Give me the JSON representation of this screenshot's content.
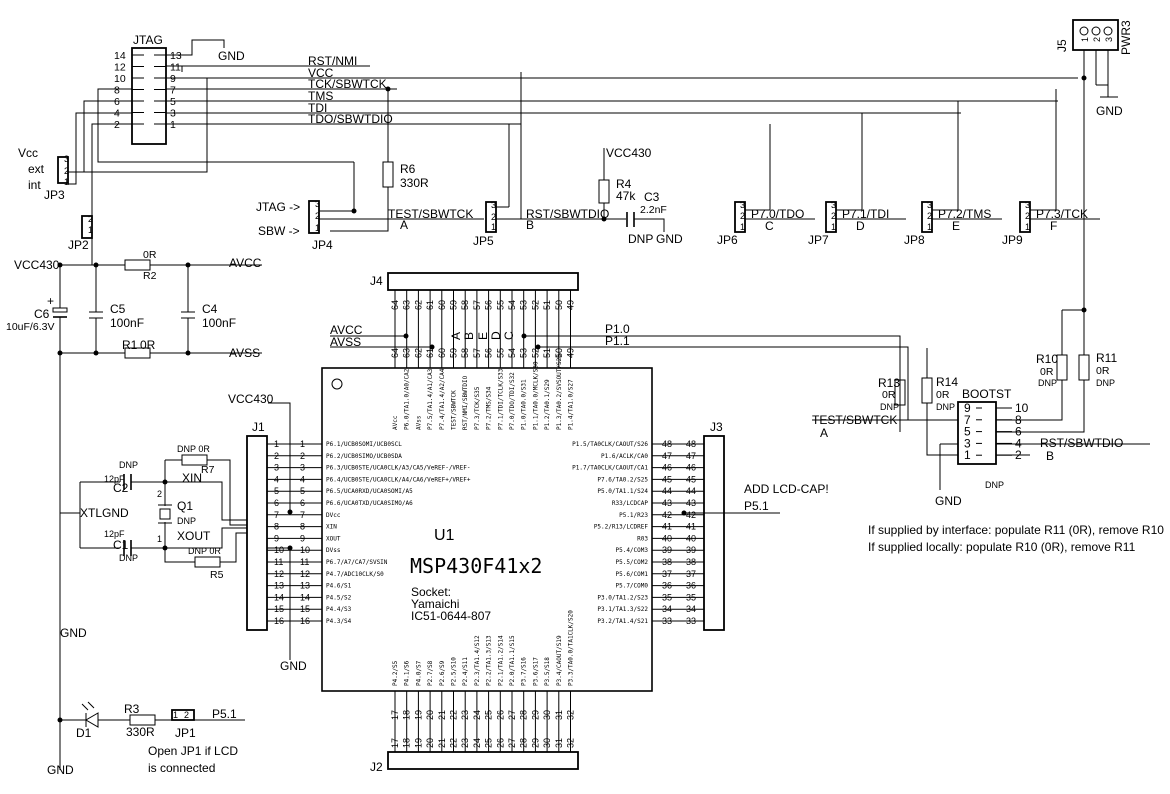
{
  "jtag": {
    "name": "JTAG",
    "gnd": "GND",
    "left_pins": [
      "14",
      "12",
      "10",
      "8",
      "6",
      "4",
      "2"
    ],
    "right_pins": [
      "13",
      "11",
      "9",
      "7",
      "5",
      "3",
      "1"
    ]
  },
  "signals": {
    "rst": "RST/NMI",
    "vcc": "VCC",
    "tck": "TCK/SBWTCK",
    "tms": "TMS",
    "tdi": "TDI",
    "tdo": "TDO/SBWTDIO"
  },
  "jp3": {
    "name": "JP3",
    "vcc": "Vcc",
    "ext": "ext",
    "int": "int",
    "pins": [
      "3",
      "2",
      "1"
    ]
  },
  "jp2": {
    "name": "JP2",
    "pins": [
      "2",
      "1"
    ]
  },
  "jp4": {
    "name": "JP4",
    "jtag_in": "JTAG ->",
    "sbw_in": "SBW ->",
    "pins": [
      "3",
      "2",
      "1"
    ],
    "out_label": "TEST/SBWTCK",
    "out_tag": "A"
  },
  "r6": {
    "name": "R6",
    "value": "330R"
  },
  "jp5": {
    "name": "JP5",
    "pins": [
      "3",
      "2",
      "1"
    ],
    "out_label": "RST/SBWTDIO",
    "out_tag": "B"
  },
  "r4": {
    "name": "R4",
    "value": "47k",
    "vcc": "VCC430"
  },
  "c3": {
    "name": "C3",
    "value": "2.2nF",
    "dnp": "DNP",
    "gnd": "GND"
  },
  "jp6": {
    "name": "JP6",
    "label": "P7.0/TDO",
    "tag": "C"
  },
  "jp7": {
    "name": "JP7",
    "label": "P7.1/TDI",
    "tag": "D"
  },
  "jp8": {
    "name": "JP8",
    "label": "P7.2/TMS",
    "tag": "E"
  },
  "jp9": {
    "name": "JP9",
    "label": "P7.3/TCK",
    "tag": "F"
  },
  "jp_pins": [
    "3",
    "2",
    "1"
  ],
  "j5": {
    "name": "J5",
    "label": "PWR3",
    "pins": [
      "1",
      "2",
      "3"
    ],
    "gnd": "GND"
  },
  "supply": {
    "vcc430": "VCC430",
    "avcc": "AVCC",
    "avss": "AVSS",
    "r2": "R2",
    "r2v": "0R",
    "r1": "R1",
    "r1v": "0R"
  },
  "caps": {
    "c6": "C6",
    "c6v": "10uF/6.3V",
    "c5": "C5",
    "c5v": "100nF",
    "c4": "C4",
    "c4v": "100nF",
    "plus": "+"
  },
  "j4": {
    "name": "J4",
    "pins": [
      "64",
      "63",
      "62",
      "61",
      "60",
      "59",
      "58",
      "57",
      "56",
      "55",
      "54",
      "53",
      "52",
      "51",
      "50",
      "49"
    ],
    "letters": [
      "A",
      "B",
      "E",
      "D",
      "C"
    ],
    "avcc": "AVCC",
    "avss": "AVSS",
    "p10": "P1.0",
    "p11": "P1.1"
  },
  "j2": {
    "name": "J2",
    "pins": [
      "17",
      "18",
      "19",
      "20",
      "21",
      "22",
      "23",
      "24",
      "25",
      "26",
      "27",
      "28",
      "29",
      "30",
      "31",
      "32"
    ]
  },
  "j1": {
    "name": "J1",
    "vcc430": "VCC430",
    "gnd": "GND",
    "pins": [
      "1",
      "2",
      "3",
      "4",
      "5",
      "6",
      "7",
      "8",
      "9",
      "10",
      "11",
      "12",
      "13",
      "14",
      "15",
      "16"
    ]
  },
  "j3": {
    "name": "J3",
    "pins": [
      "48",
      "47",
      "46",
      "45",
      "44",
      "43",
      "42",
      "41",
      "40",
      "39",
      "38",
      "37",
      "36",
      "35",
      "34",
      "33"
    ],
    "note": "ADD LCD-CAP!",
    "p51": "P5.1"
  },
  "u1": {
    "name": "U1",
    "part": "MSP430F41x2",
    "socket": "Socket:",
    "socket_mfr": "Yamaichi",
    "socket_pn": "IC51-0644-807",
    "left": [
      "P6.1/UCB0SOMI/UCB0SCL",
      "P6.2/UCB0SIMO/UCB0SDA",
      "P6.3/UCB0STE/UCA0CLK/A3/CA5/VeREF-/VREF-",
      "P6.4/UCB0STE/UCA0CLK/A4/CA6/VeREF+/VREF+",
      "P6.5/UCA0RXD/UCA0SOMI/A5",
      "P6.6/UCA0TXD/UCA0SIMO/A6",
      "DVcc",
      "XIN",
      "XOUT",
      "DVss",
      "P6.7/A7/CA7/SVSIN",
      "P4.7/ADC10CLK/S0",
      "P4.6/S1",
      "P4.5/S2",
      "P4.4/S3",
      "P4.3/S4"
    ],
    "right": [
      "P1.5/TA0CLK/CAOUT/S26",
      "P1.6/ACLK/CA0",
      "P1.7/TA0CLK/CAOUT/CA1",
      "P7.6/TA0.2/S25",
      "P5.0/TA1.1/S24",
      "R33/LCDCAP",
      "P5.1/R23",
      "P5.2/R13/LCDREF",
      "R03",
      "P5.4/COM3",
      "P5.5/COM2",
      "P5.6/COM1",
      "P5.7/COM0",
      "P3.0/TA1.2/S23",
      "P3.1/TA1.3/S22",
      "P3.2/TA1.4/S21"
    ],
    "top": [
      "AVcc",
      "P6.0/TA1.0/A0/CA2",
      "AVss",
      "P7.5/TA1.4/A1/CA3",
      "P7.4/TA1.4/A2/CA4",
      "TEST/SBWTCK",
      "RST/NMI/SBWTDIO",
      "P7.3/TCK/S35",
      "P7.2/TMS/S34",
      "P7.1/TDI/TCLK/S33",
      "P7.0/TDO/TDI/S32",
      "P1.0/TA0.0/S31",
      "P1.1/TA0.0/MCLK/S30",
      "P1.2/TA0.1/S29",
      "P1.3/TA0.2/SVSOUT/S28",
      "P1.4/TA1.0/S27"
    ],
    "bottom": [
      "P4.2/S5",
      "P4.1/S6",
      "P4.0/S7",
      "P2.7/S8",
      "P2.6/S9",
      "P2.5/S10",
      "P2.4/S11",
      "P2.3/TA1.4/S12",
      "P2.2/TA1.3/S13",
      "P2.1/TA1.2/S14",
      "P2.0/TA1.1/S15",
      "P3.7/S16",
      "P3.6/S17",
      "P3.5/S18",
      "P3.4/CAOUT/S19",
      "P3.3/TA0.0/TA1CLK/S20"
    ]
  },
  "xtal": {
    "q1": "Q1",
    "dnp": "DNP",
    "xin": "XIN",
    "xout": "XOUT",
    "xtlgnd": "XTLGND",
    "c2": "C2",
    "c1": "C1",
    "cap": "12pF",
    "r7": "R7",
    "r5": "R5",
    "rv": "DNP 0R",
    "q1pins": [
      "2",
      "1"
    ]
  },
  "led": {
    "gnd": "GND",
    "gnd2": "GND",
    "d1": "D1",
    "r3": "R3",
    "r3v": "330R",
    "jp1": "JP1",
    "jp1pins": [
      "1",
      "2"
    ],
    "p51": "P5.1",
    "note1": "Open JP1 if LCD",
    "note2": "is connected"
  },
  "boot": {
    "name": "BOOTST",
    "dnp": "DNP",
    "gnd": "GND",
    "left": [
      "9",
      "7",
      "5",
      "3",
      "1"
    ],
    "right": [
      "10",
      "8",
      "6",
      "4",
      "2"
    ],
    "test": "TEST/SBWTCK",
    "a": "A",
    "rst": "RST/SBWTDIO",
    "b": "B",
    "r13": "R13",
    "r13v": "0R",
    "r14": "R14",
    "r14v": "0R",
    "r10": "R10",
    "r10v": "0R",
    "r11": "R11",
    "r11v": "0R",
    "dnp_short": "DNP"
  },
  "notes": {
    "line1": "If supplied by interface: populate R11 (0R), remove R10",
    "line2": "If supplied locally: populate R10 (0R), remove R11"
  }
}
